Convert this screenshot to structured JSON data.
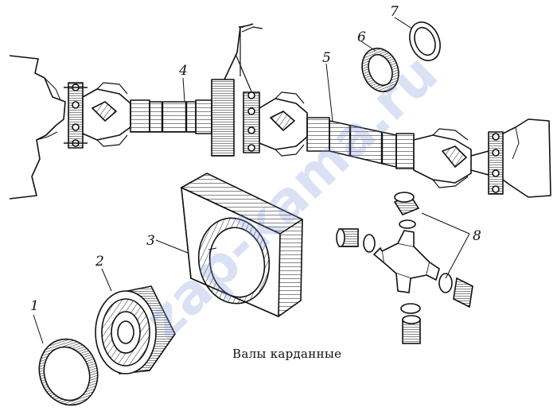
{
  "caption": "Валы карданные",
  "watermark_text": "zap-kama.ru",
  "callouts": {
    "c1": "1",
    "c2": "2",
    "c3": "3",
    "c4": "4",
    "c5": "5",
    "c6": "6",
    "c7": "7",
    "c8": "8"
  },
  "colors": {
    "ink": "#111111",
    "paper": "#ffffff",
    "watermark": "#7d93d8"
  }
}
